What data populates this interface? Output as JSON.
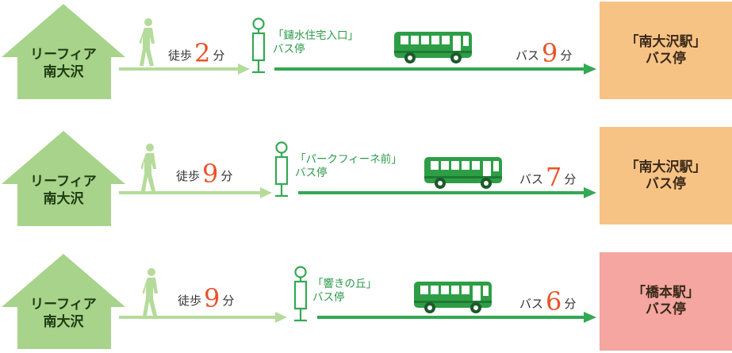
{
  "routes": [
    {
      "origin": [
        "リーフィア",
        "南大沢"
      ],
      "walk": {
        "prefix": "徒歩",
        "minutes": "2",
        "suffix": "分"
      },
      "stop": {
        "name": "「鑓水住宅入口」",
        "sub": "バス停"
      },
      "bus": {
        "prefix": "バス",
        "minutes": "9",
        "suffix": "分"
      },
      "dest": {
        "name": "「南大沢駅」",
        "sub": "バス停",
        "color": "#f7c384"
      }
    },
    {
      "origin": [
        "リーフィア",
        "南大沢"
      ],
      "walk": {
        "prefix": "徒歩",
        "minutes": "9",
        "suffix": "分"
      },
      "stop": {
        "name": "「パークフィーネ前」",
        "sub": "バス停"
      },
      "bus": {
        "prefix": "バス",
        "minutes": "7",
        "suffix": "分"
      },
      "dest": {
        "name": "「南大沢駅」",
        "sub": "バス停",
        "color": "#f7c384"
      }
    },
    {
      "origin": [
        "リーフィア",
        "南大沢"
      ],
      "walk": {
        "prefix": "徒歩",
        "minutes": "9",
        "suffix": "分"
      },
      "stop": {
        "name": "「響きの丘」",
        "sub": "バス停"
      },
      "bus": {
        "prefix": "バス",
        "minutes": "6",
        "suffix": "分"
      },
      "dest": {
        "name": "「橋本駅」",
        "sub": "バス停",
        "color": "#f5a6a0"
      }
    }
  ],
  "colors": {
    "house": "#a7d38a",
    "walk_line": "#b5db9a",
    "bus_line": "#34a853",
    "bus_body": "#2e9e46",
    "minutes": "#e8532a",
    "stop_text": "#2a9a48"
  }
}
